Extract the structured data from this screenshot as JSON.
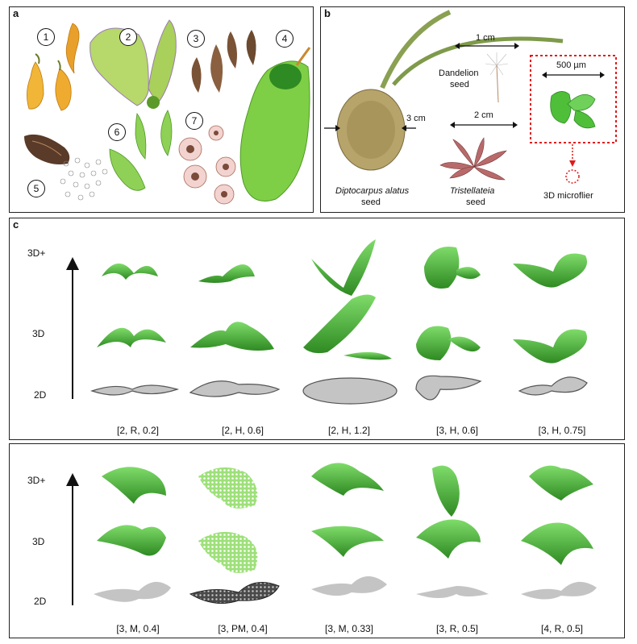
{
  "panel_a": {
    "label": "a",
    "numbers": [
      "1",
      "2",
      "3",
      "4",
      "5",
      "6",
      "7"
    ]
  },
  "panel_b": {
    "label": "b",
    "dipterocarpus": {
      "size": "3 cm",
      "name": "Diptocarpus alatus",
      "word": "seed"
    },
    "dandelion": {
      "size": "1 cm",
      "name": "Dandelion",
      "word": "seed"
    },
    "tristellateia": {
      "size": "2 cm",
      "name": "Tristellateia",
      "word": "seed"
    },
    "microflier": {
      "size": "500 µm",
      "name": "3D microflier"
    }
  },
  "panel_c": {
    "label": "c",
    "levels": [
      "3D+",
      "3D",
      "2D"
    ],
    "top_captions": [
      "[2, R, 0.2]",
      "[2, H, 0.6]",
      "[2, H, 1.2]",
      "[3, H, 0.6]",
      "[3, H, 0.75]"
    ],
    "bottom_captions": [
      "[3, M, 0.4]",
      "[3, PM, 0.4]",
      "[3, M, 0.33]",
      "[3, R, 0.5]",
      "[4, R, 0.5]"
    ]
  },
  "colors": {
    "green": "#4fbf3a",
    "dark_green": "#2e8a22",
    "gray_shape": "#c4c4c4",
    "dark_mesh": "#4a4a4a",
    "highlight_red": "#e11919",
    "seed_orange": "#e8a02a",
    "seed_brown": "#7a5236"
  }
}
